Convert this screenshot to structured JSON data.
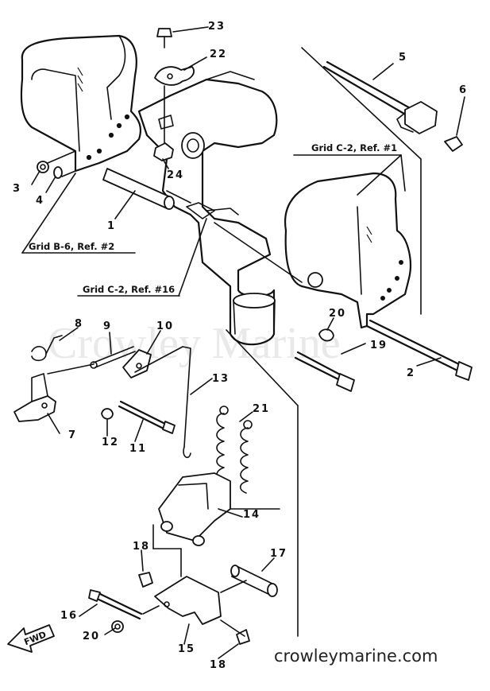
{
  "watermark": "Crowley Marine",
  "site_label": "crowleymarine.com",
  "direction_label": "FWD",
  "refs": {
    "grid_b6": "Grid B-6, Ref. #2",
    "grid_c2_1": "Grid C-2, Ref. #1",
    "grid_c2_16": "Grid C-2, Ref. #16"
  },
  "callouts": {
    "n1": "1",
    "n2": "2",
    "n3": "3",
    "n4": "4",
    "n5": "5",
    "n6": "6",
    "n7": "7",
    "n8": "8",
    "n9": "9",
    "n10": "10",
    "n11": "11",
    "n12": "12",
    "n13": "13",
    "n14": "14",
    "n15": "15",
    "n16": "16",
    "n17": "17",
    "n18a": "18",
    "n18b": "18",
    "n19": "19",
    "n20a": "20",
    "n20b": "20",
    "n21": "21",
    "n22": "22",
    "n23": "23",
    "n24": "24"
  }
}
